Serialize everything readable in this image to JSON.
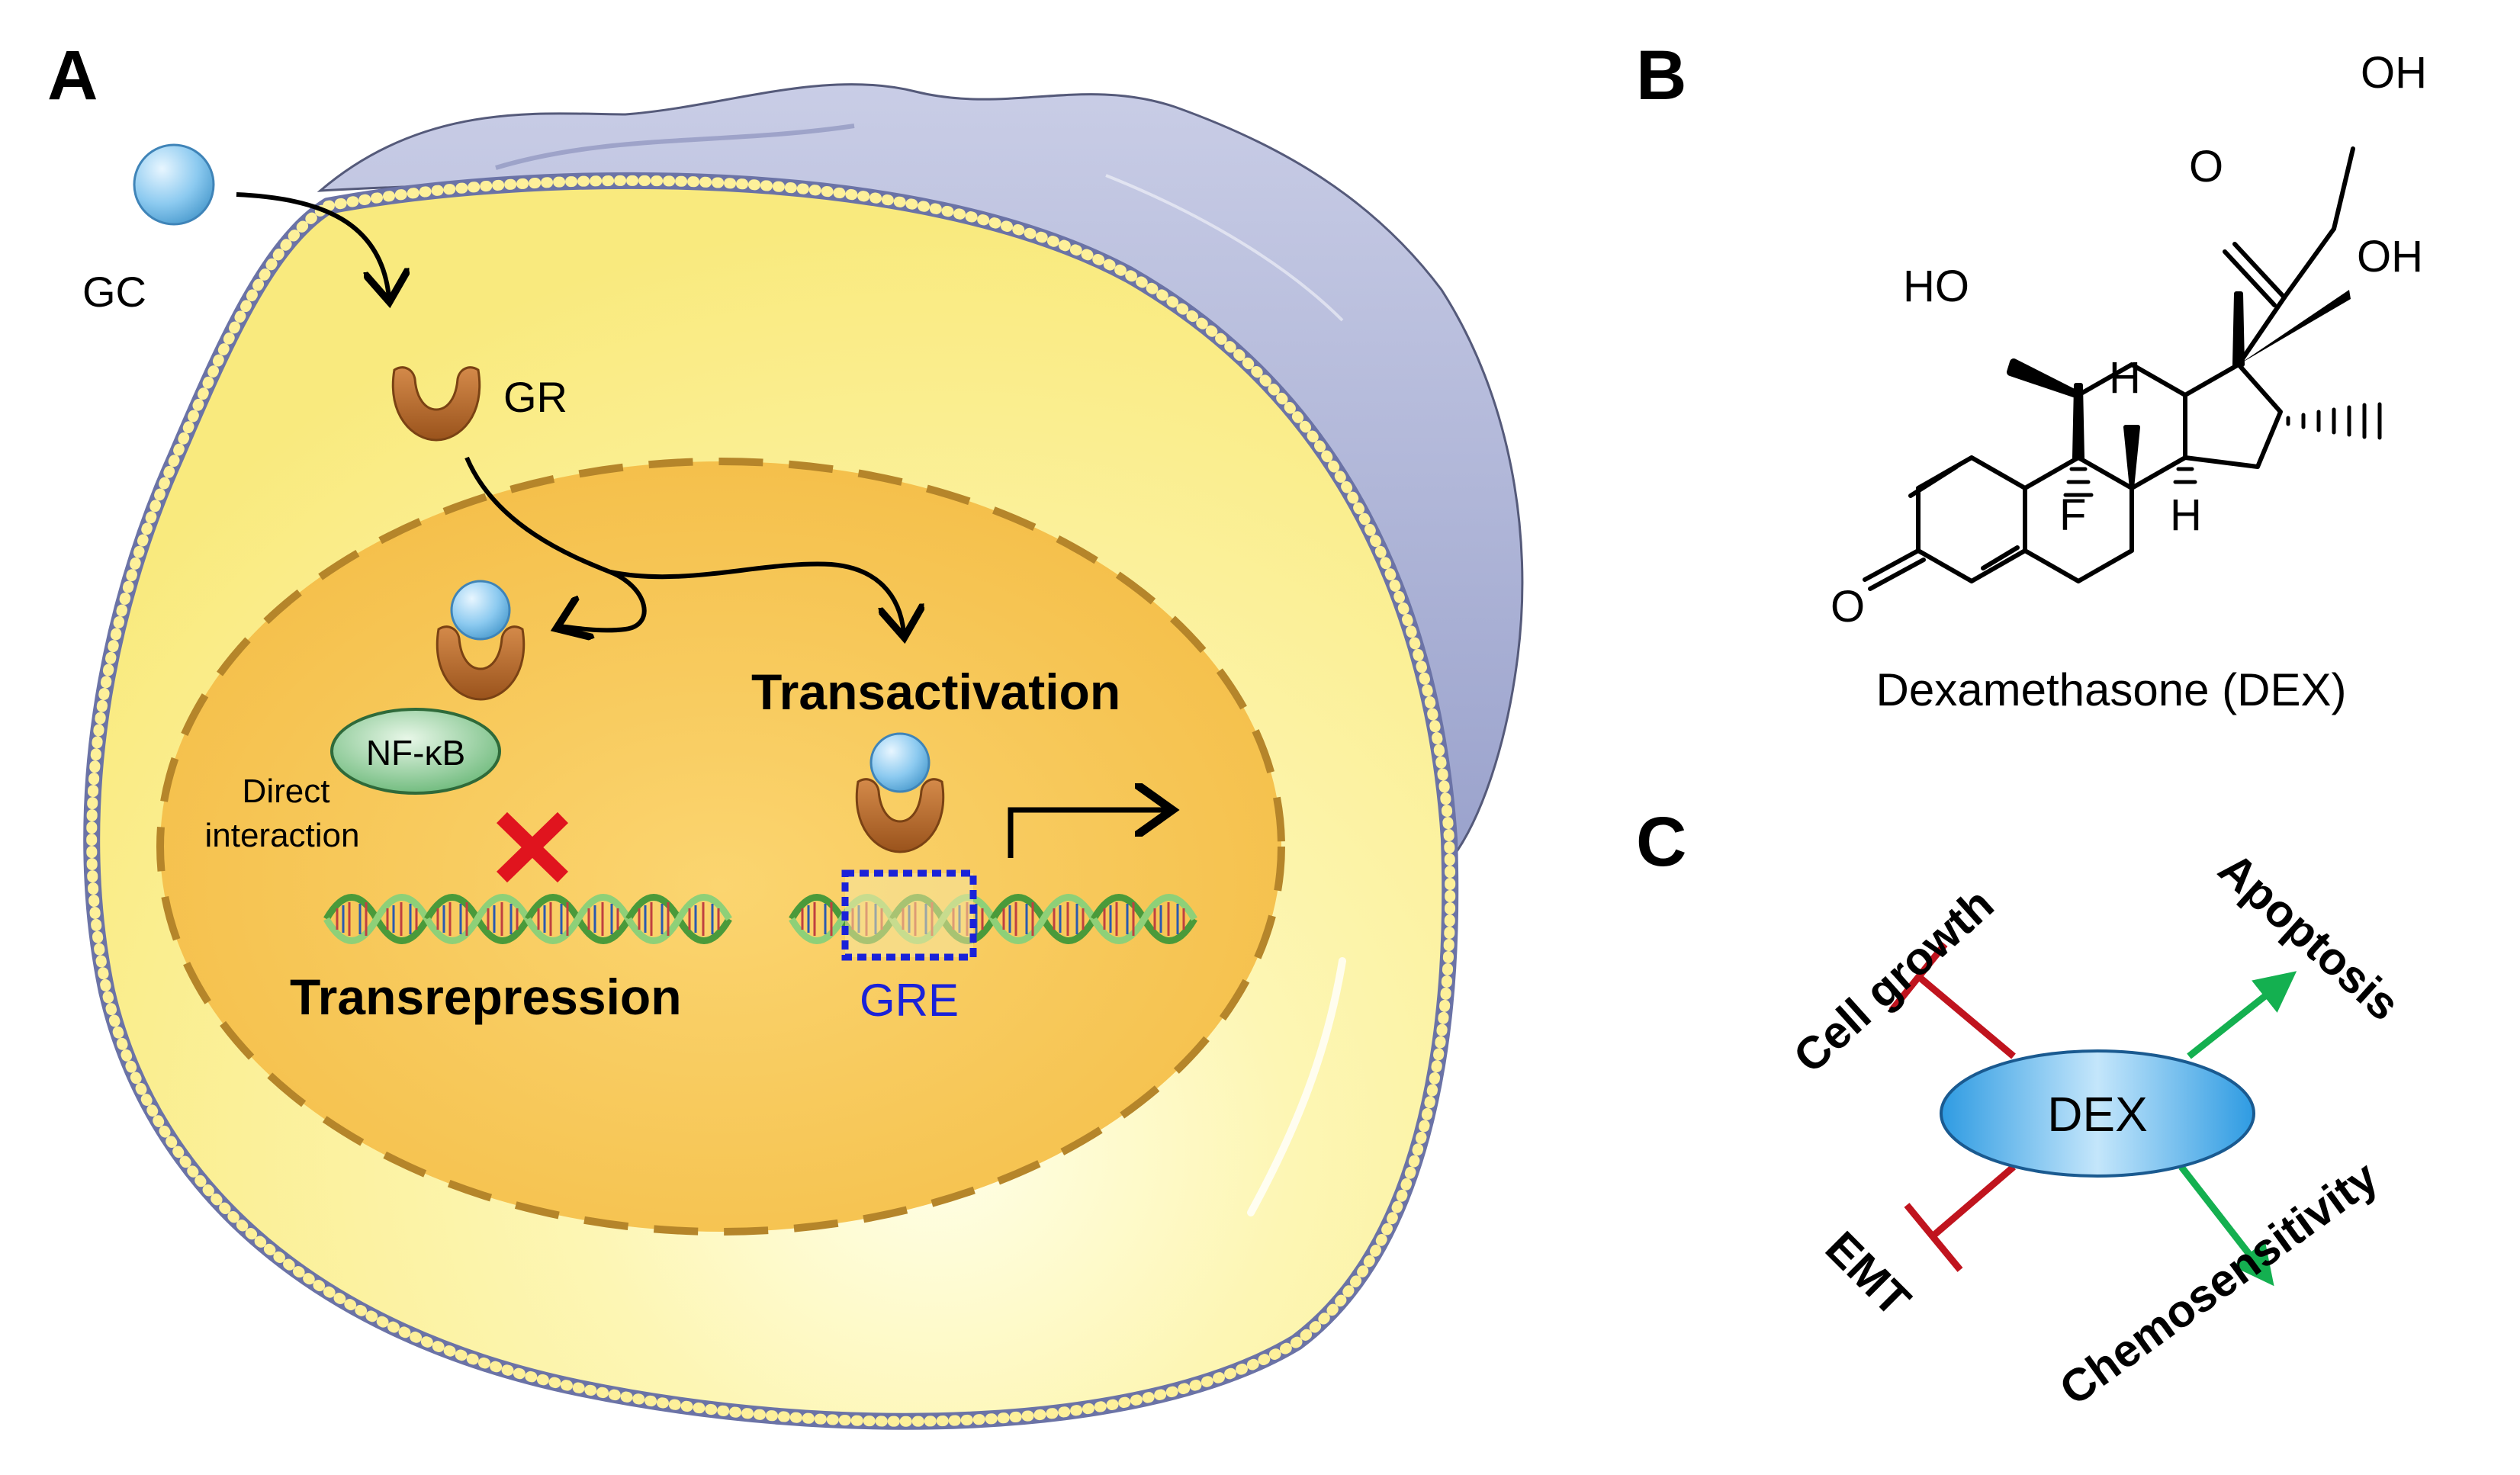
{
  "panels": {
    "a": {
      "letter": "A"
    },
    "b": {
      "letter": "B"
    },
    "c": {
      "letter": "C"
    }
  },
  "panel_a": {
    "gc_label": "GC",
    "gr_label": "GR",
    "nfkb_label": "NF-κB",
    "direct_interaction_line1": "Direct",
    "direct_interaction_line2": "interaction",
    "transrepression": "Transrepression",
    "transactivation": "Transactivation",
    "gre_label": "GRE",
    "colors": {
      "cytoplasm": "#fdf3a0",
      "nucleus": "#f8cc5c",
      "membrane": "#7e86b0",
      "ecm": "#aab1d4",
      "ligand": "#8ccaf0",
      "receptor": "#b8682a",
      "nfkb": "#7cc48a",
      "block_x": "#e0141e",
      "gre_box": "#1a22d8"
    }
  },
  "panel_b": {
    "caption": "Dexamethasone (DEX)",
    "atoms": {
      "oh_top": "OH",
      "oh_right": "OH",
      "ho_left": "HO",
      "o_ketone_side": "O",
      "o_ring": "O",
      "h_top": "H",
      "h_bottom": "H",
      "f": "F"
    }
  },
  "panel_c": {
    "center": "DEX",
    "cell_growth": "Cell growth",
    "emt": "EMT",
    "apoptosis": "Apoptosis",
    "chemosensitivity": "Chemosensitivity",
    "colors": {
      "inhibit": "#c0141e",
      "promote": "#14b050",
      "center": "#3aa6e8"
    }
  }
}
